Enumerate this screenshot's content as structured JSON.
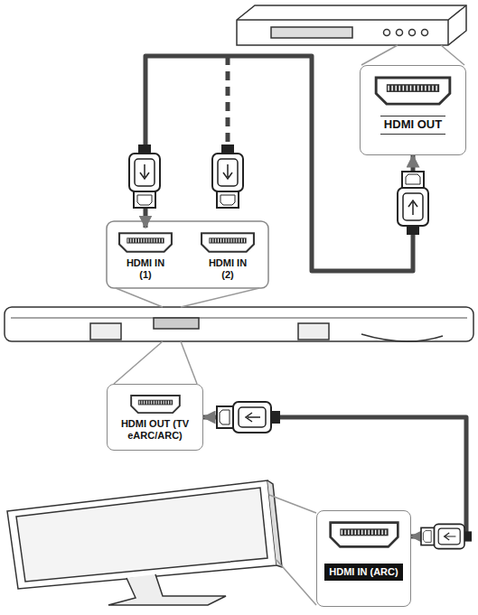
{
  "diagram": {
    "nodes": [
      {
        "text": [
          "HDMI OUT"
        ]
      },
      {
        "text": [
          "HDMI IN (1)"
        ]
      },
      {
        "text": [
          "HDMI IN (2)"
        ]
      },
      {
        "text": [
          "HDMI OUT (TV eARC/ARC)"
        ]
      },
      {
        "text": [
          "HDMI IN (ARC)"
        ]
      }
    ],
    "edges": [
      {
        "from": 0,
        "to": 1,
        "arrow": "both"
      },
      {
        "from": 3,
        "to": 4,
        "arrow": "both"
      }
    ]
  }
}
